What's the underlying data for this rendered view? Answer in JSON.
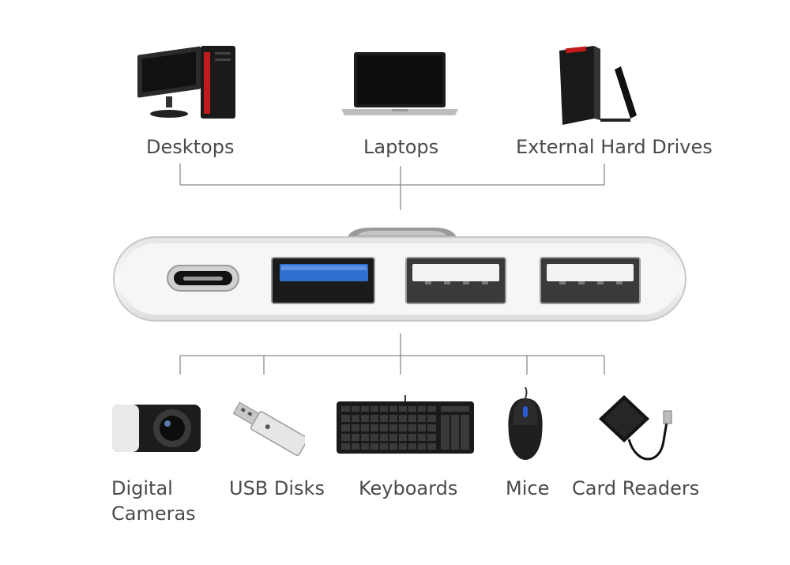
{
  "top_devices": [
    {
      "id": "desktops",
      "label": "Desktops"
    },
    {
      "id": "laptops",
      "label": "Laptops"
    },
    {
      "id": "external-hard-drives",
      "label": "External Hard Drives"
    }
  ],
  "bottom_devices": [
    {
      "id": "digital-cameras",
      "label_line1": "Digital",
      "label_line2": "Cameras"
    },
    {
      "id": "usb-disks",
      "label": "USB Disks"
    },
    {
      "id": "keyboards",
      "label": "Keyboards"
    },
    {
      "id": "mice",
      "label": "Mice"
    },
    {
      "id": "card-readers",
      "label": "Card Readers"
    }
  ],
  "hub": {
    "ports": [
      "usb-c-port",
      "usb3-port",
      "usb2-port",
      "usb2-port"
    ],
    "colors": {
      "usb3": "#2f6fd0",
      "body": "#f6f6f6",
      "connector_line": "#8a8a8a"
    }
  }
}
